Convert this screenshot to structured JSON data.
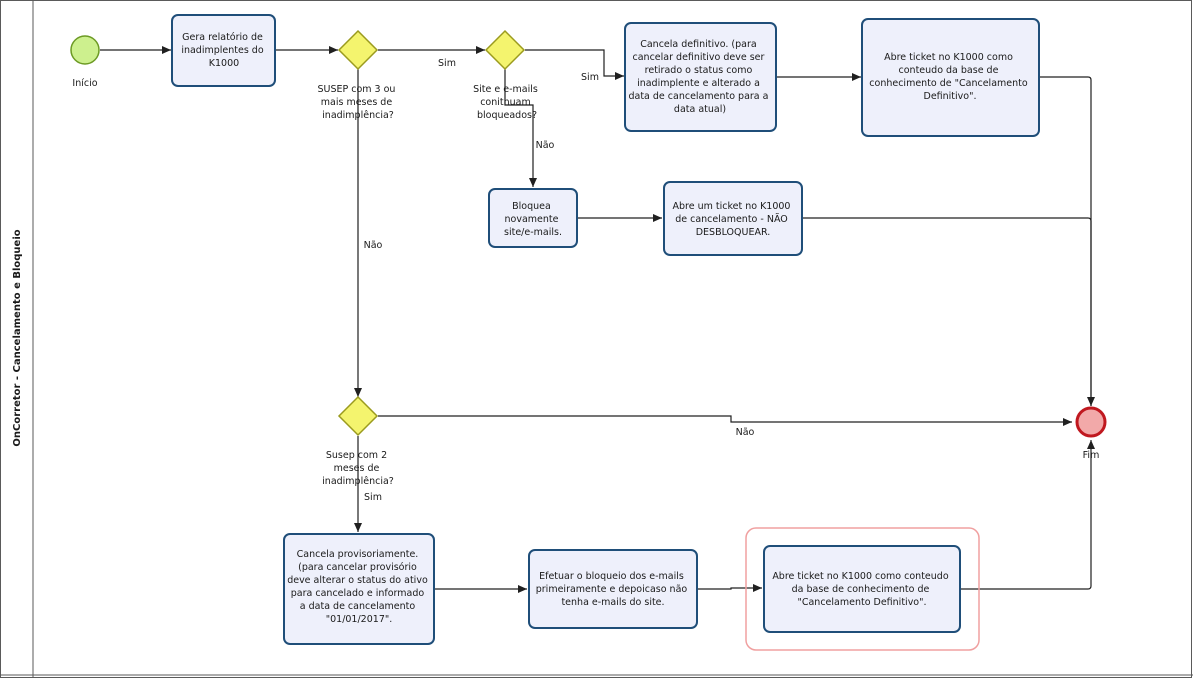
{
  "lane_title": "OnCorretor - Cancelamento e Bloqueio",
  "events": {
    "start": "Início",
    "end": "Fim"
  },
  "tasks": {
    "relatorio": [
      "Gera relatório  de",
      "inadimplentes do",
      "K1000"
    ],
    "cancela_definitivo": [
      "Cancela definitivo.  (para",
      "cancelar definitivo deve  ser",
      "retirado o status como",
      "inadimplente e alterado a",
      "data de cancelamento para a",
      "data atual)"
    ],
    "ticket_definitivo": [
      "Abre ticket no K1000 como",
      "conteudo da base de",
      "conhecimento de \"Cancelamento",
      "Definitivo\"."
    ],
    "bloqueia": [
      "Bloquea",
      "novamente",
      "site/e-mails."
    ],
    "ticket_cancelamento": [
      "Abre um ticket no K1000",
      "de cancelamento - NÃO",
      "DESBLOQUEAR."
    ],
    "cancela_provisorio": [
      "Cancela provisoriamente.",
      "(para cancelar provisório",
      "deve alterar o status do ativo",
      "para cancelado e informado",
      "a data de cancelamento",
      "\"01/01/2017\"."
    ],
    "efetuar_bloqueio": [
      "Efetuar o bloqueio dos e-mails",
      "primeiramente e depoicaso não",
      "tenha e-mails do site."
    ],
    "ticket_definitivo_2": [
      "Abre ticket no K1000 como conteudo",
      "da base de conhecimento de",
      "\"Cancelamento Definitivo\"."
    ]
  },
  "gateways": {
    "susep3": [
      "SUSEP com 3 ou",
      "mais meses de",
      "inadimplência?"
    ],
    "site_emails": [
      "Site e e-mails",
      "conitnuam",
      "bloqueados?"
    ],
    "susep2": [
      "Susep com 2",
      "meses de",
      "inadimplência?"
    ]
  },
  "flow_labels": {
    "sim_1": "Sim",
    "sim_2": "Sim",
    "nao_1": "Não",
    "nao_2": "Não",
    "nao_3": "Não",
    "sim_3": "Sim"
  }
}
